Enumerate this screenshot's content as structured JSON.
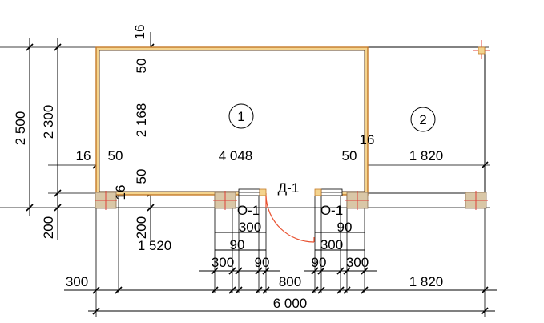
{
  "rooms": [
    {
      "number": "1"
    },
    {
      "number": "2"
    }
  ],
  "labels": {
    "door": "Д-1",
    "window_left": "О-1",
    "window_right": "О-1"
  },
  "dimensions": {
    "total_length": "6 000",
    "room1_inner_length": "4 048",
    "room2_length": "1 820",
    "bottom_right": "1 820",
    "bottom_left_span": "1 520",
    "bottom_left_edge": "300",
    "door_width": "800",
    "wall_50_left": "50",
    "wall_50_right": "50",
    "wall_16_left": "16",
    "wall_16_right": "16",
    "wall_16_top": "16",
    "wall_16_bottom": "16",
    "height_total": "2 500",
    "height_wall": "2 300",
    "height_inner": "2 168",
    "v50_top": "50",
    "v50_bottom": "50",
    "v200_left": "200",
    "v200_inner": "200",
    "win_left_300_top": "300",
    "win_left_90_mid": "90",
    "win_left_300_low": "300",
    "win_left_90_low": "90",
    "win_right_300_top": "300",
    "win_right_90_mid": "90",
    "win_right_90_low": "90",
    "win_right_300_low": "300"
  }
}
